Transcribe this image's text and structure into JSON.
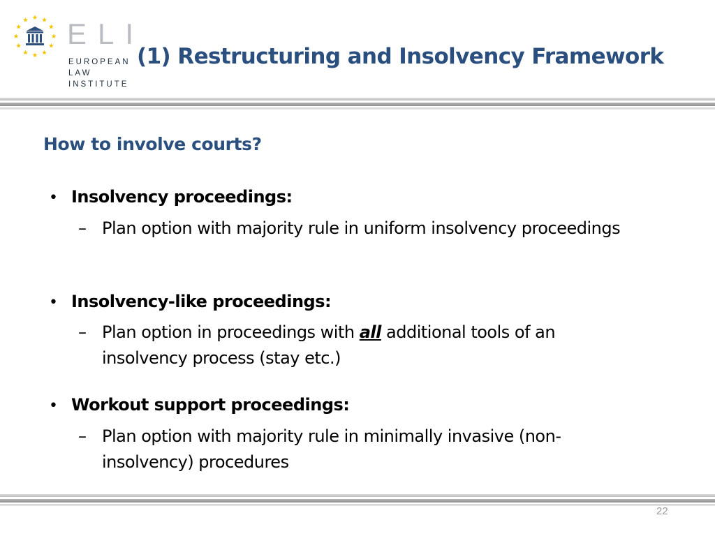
{
  "logo": {
    "letters": "ELI",
    "line1": "EUROPEAN",
    "line2": "LAW",
    "line3": "INSTITUTE",
    "colors": {
      "stars": "#f3c300",
      "building": "#2a4f7e",
      "letters": "#b9bcc1"
    }
  },
  "slide": {
    "title": "(1) Restructuring and Insolvency Framework",
    "subtitle": "How to involve courts?",
    "page_number": "22",
    "title_color": "#2a4f7e"
  },
  "bullets": [
    {
      "label": "Insolvency proceedings:",
      "sub": "Plan option with majority rule in uniform insolvency proceedings"
    },
    {
      "label": "Insolvency-like proceedings:",
      "sub_before": "Plan option in proceedings with ",
      "sub_emphasis": "all",
      "sub_after": " additional tools of an insolvency process (stay etc.)"
    },
    {
      "label": "Workout support proceedings:",
      "sub": "Plan option with majority rule in minimally invasive (non-insolvency) procedures"
    }
  ],
  "glyphs": {
    "bullet": "•",
    "dash": "–"
  }
}
